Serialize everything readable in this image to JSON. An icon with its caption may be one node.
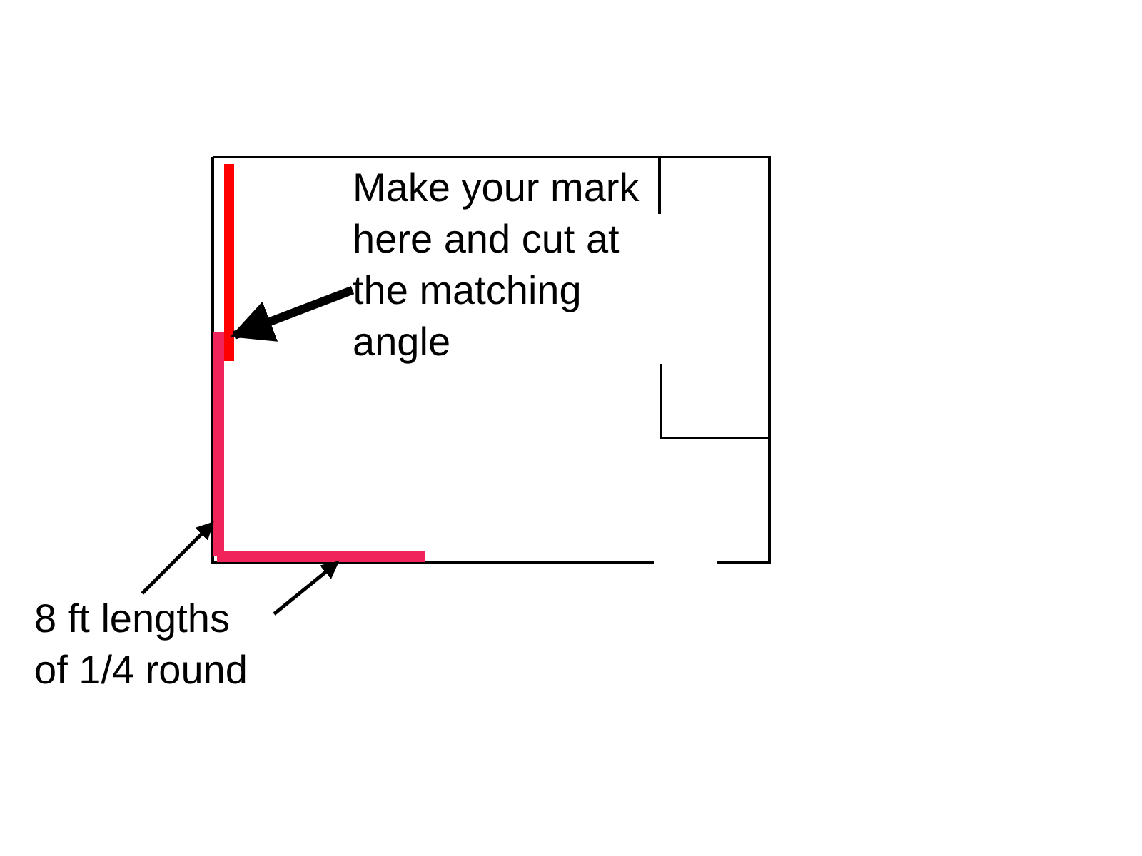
{
  "diagram": {
    "nodes": [
      {
        "text": [
          "Make your mark here and cut at the matching angle"
        ]
      },
      {
        "text": [
          "8 ft lengths of 1/4 round"
        ]
      },
      {
        "text": [],
        "shape": "bar"
      },
      {
        "text": [],
        "shape": "bar"
      },
      {
        "text": [],
        "shape": "bar"
      }
    ],
    "edges": [
      {
        "from": 0,
        "to": 2,
        "arrow": "to",
        "style": "thick"
      },
      {
        "from": 1,
        "to": 3,
        "arrow": "to"
      },
      {
        "from": 1,
        "to": 4,
        "arrow": "to"
      }
    ]
  }
}
